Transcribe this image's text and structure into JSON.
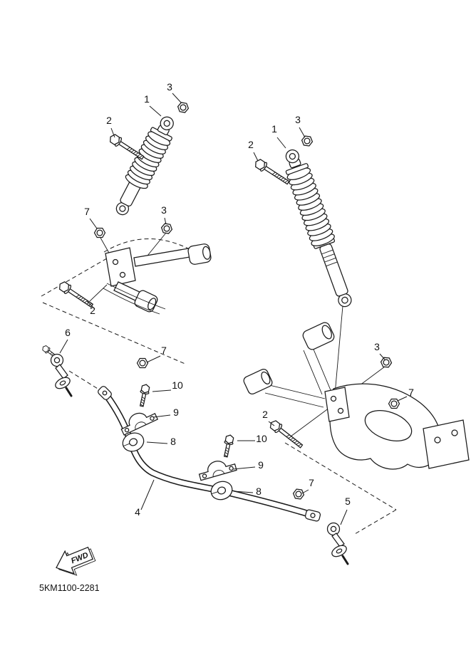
{
  "part_number": "5KM1100-2281",
  "fwd_label": "FWD",
  "callouts": [
    {
      "label": "3"
    },
    {
      "label": "1"
    },
    {
      "label": "2"
    },
    {
      "label": "1"
    },
    {
      "label": "3"
    },
    {
      "label": "2"
    },
    {
      "label": "7"
    },
    {
      "label": "3"
    },
    {
      "label": "2"
    },
    {
      "label": "6"
    },
    {
      "label": "7"
    },
    {
      "label": "10"
    },
    {
      "label": "9"
    },
    {
      "label": "8"
    },
    {
      "label": "10"
    },
    {
      "label": "9"
    },
    {
      "label": "8"
    },
    {
      "label": "4"
    },
    {
      "label": "7"
    },
    {
      "label": "5"
    },
    {
      "label": "3"
    },
    {
      "label": "7"
    },
    {
      "label": "2"
    }
  ]
}
